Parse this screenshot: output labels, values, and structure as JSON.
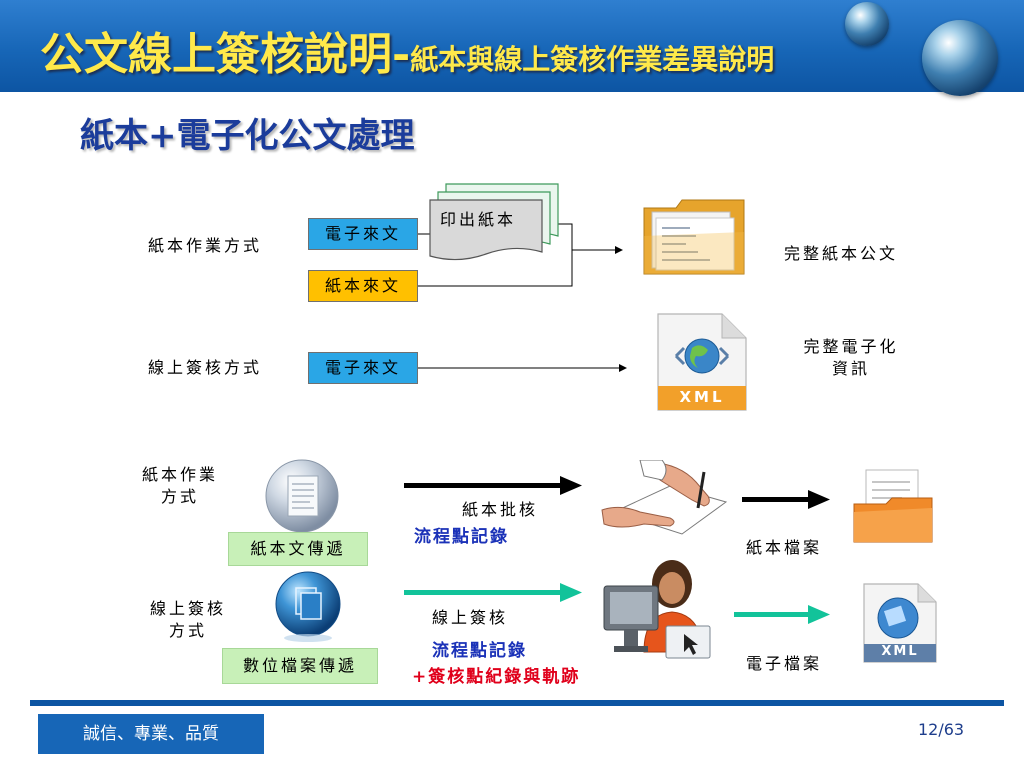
{
  "header": {
    "title_main": "公文線上簽核說明",
    "title_sep": "-",
    "title_sub": "紙本與線上簽核作業差異說明"
  },
  "subtitle": "紙本+電子化公文處理",
  "top_section": {
    "paper_method": "紙本作業方式",
    "online_method": "線上簽核方式",
    "box_electronic_1": "電子來文",
    "box_paper": "紙本來文",
    "box_electronic_2": "電子來文",
    "printed_paper": "印出紙本",
    "result_paper": "完整紙本公文",
    "result_electronic_line1": "完整電子化",
    "result_electronic_line2": "資訊"
  },
  "bottom_section": {
    "paper_method_line1": "紙本作業",
    "paper_method_line2": "方式",
    "online_method_line1": "線上簽核",
    "online_method_line2": "方式",
    "paper_transfer": "紙本文傳遞",
    "digital_transfer": "數位檔案傳遞",
    "paper_approval": "紙本批核",
    "flow_record_1": "流程點記錄",
    "online_approval": "線上簽核",
    "flow_record_2": "流程點記錄",
    "approval_trace": "+簽核點紀錄與軌跡",
    "paper_archive": "紙本檔案",
    "electronic_archive": "電子檔案",
    "xml_label_top": "XML",
    "xml_label_bottom": "XML"
  },
  "footer": {
    "motto": "誠信、專業、品質",
    "page": "12/63"
  },
  "colors": {
    "header_blue": "#1766b7",
    "title_yellow": "#ffe94a",
    "subtitle_blue": "#1b3c9b",
    "box_blue": "#2aa6e6",
    "box_yellow": "#ffc000",
    "box_green": "#c8f0b8",
    "arrow_green": "#12c39a",
    "note_blue": "#1b32b8",
    "note_red": "#e0001b"
  }
}
